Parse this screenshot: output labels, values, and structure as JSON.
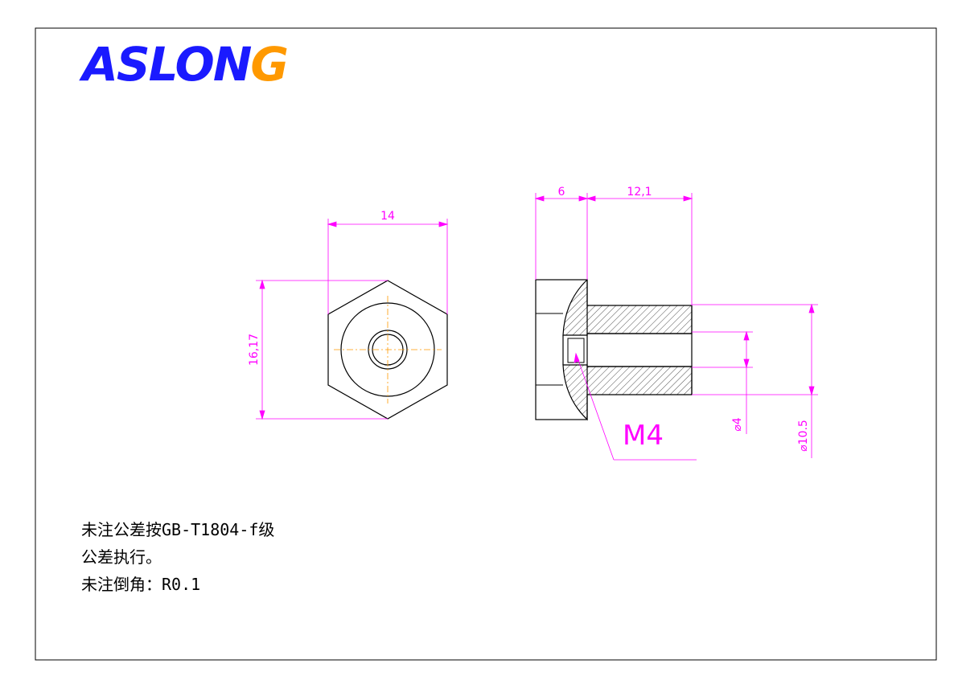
{
  "logo": {
    "text_main": "ASLON",
    "text_last": "G",
    "color_main": "#1a1aff",
    "color_last": "#ff9900"
  },
  "dimensions": {
    "front_width": "14",
    "front_height": "16,17",
    "side_head": "6",
    "side_body": "12,1",
    "thread": "M4",
    "bore": "⌀4",
    "outer_dia": "⌀10.5"
  },
  "notes": [
    "未注公差按GB-T1804-f级",
    "公差执行。",
    "未注倒角：R0.1"
  ],
  "colors": {
    "dimension": "#ff00ff",
    "centerline": "#ff9900",
    "outline": "#000000"
  }
}
